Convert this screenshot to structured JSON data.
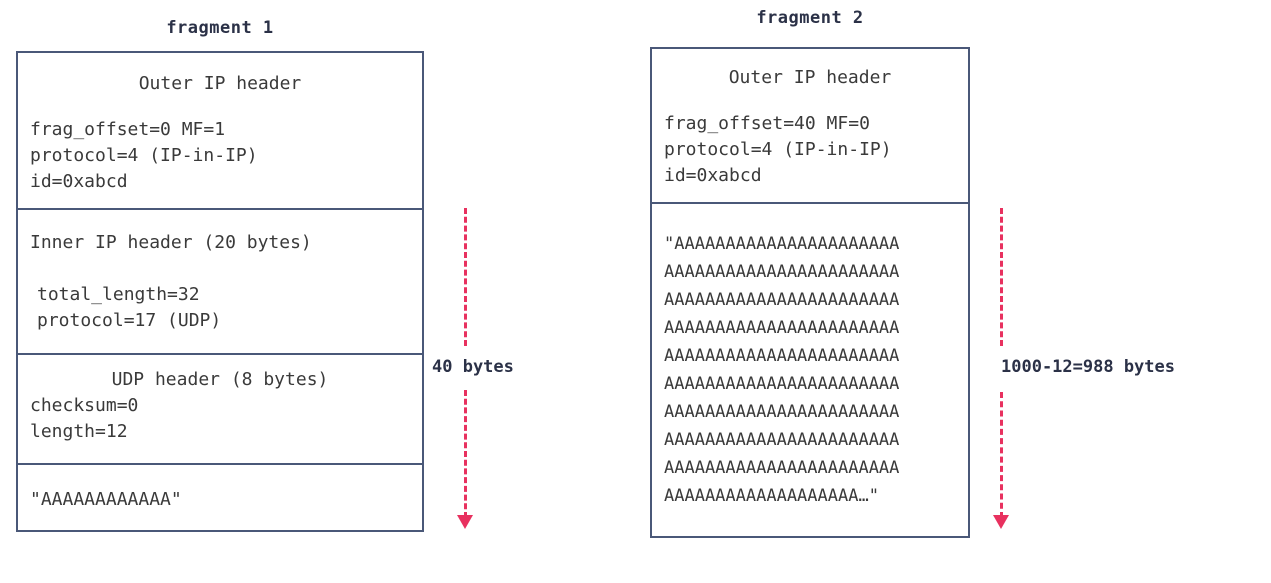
{
  "diagram": {
    "title_fragment1": "fragment 1",
    "title_fragment2": "fragment 2",
    "colors": {
      "box_border": "#4a5878",
      "arrow": "#e8315f",
      "title_text": "#2b3147",
      "body_text": "#3a3a3a",
      "background": "#ffffff"
    }
  },
  "fragment1": {
    "outer_ip": {
      "heading": "Outer IP header",
      "fields": [
        "frag_offset=0 MF=1",
        "protocol=4 (IP-in-IP)",
        "id=0xabcd"
      ]
    },
    "inner_ip": {
      "heading": "Inner IP header (20 bytes)",
      "fields": [
        "total_length=32",
        "protocol=17 (UDP)"
      ]
    },
    "udp": {
      "heading": "UDP header (8 bytes)",
      "fields": [
        "checksum=0",
        "length=12"
      ]
    },
    "payload": {
      "text": "\"AAAAAAAAAAAA\""
    }
  },
  "fragment2": {
    "outer_ip": {
      "heading": "Outer IP header",
      "fields": [
        "frag_offset=40 MF=0",
        "protocol=4 (IP-in-IP)",
        "id=0xabcd"
      ]
    },
    "payload": {
      "lines": [
        "\"AAAAAAAAAAAAAAAAAAAAAA",
        "AAAAAAAAAAAAAAAAAAAAAAA",
        "AAAAAAAAAAAAAAAAAAAAAAA",
        "AAAAAAAAAAAAAAAAAAAAAAA",
        "AAAAAAAAAAAAAAAAAAAAAAA",
        "AAAAAAAAAAAAAAAAAAAAAAA",
        "AAAAAAAAAAAAAAAAAAAAAAA",
        "AAAAAAAAAAAAAAAAAAAAAAA",
        "AAAAAAAAAAAAAAAAAAAAAAA",
        "AAAAAAAAAAAAAAAAAAA…\""
      ]
    }
  },
  "annotations": {
    "left_arrow_label": "40 bytes",
    "right_arrow_label": "1000-12=988 bytes"
  }
}
